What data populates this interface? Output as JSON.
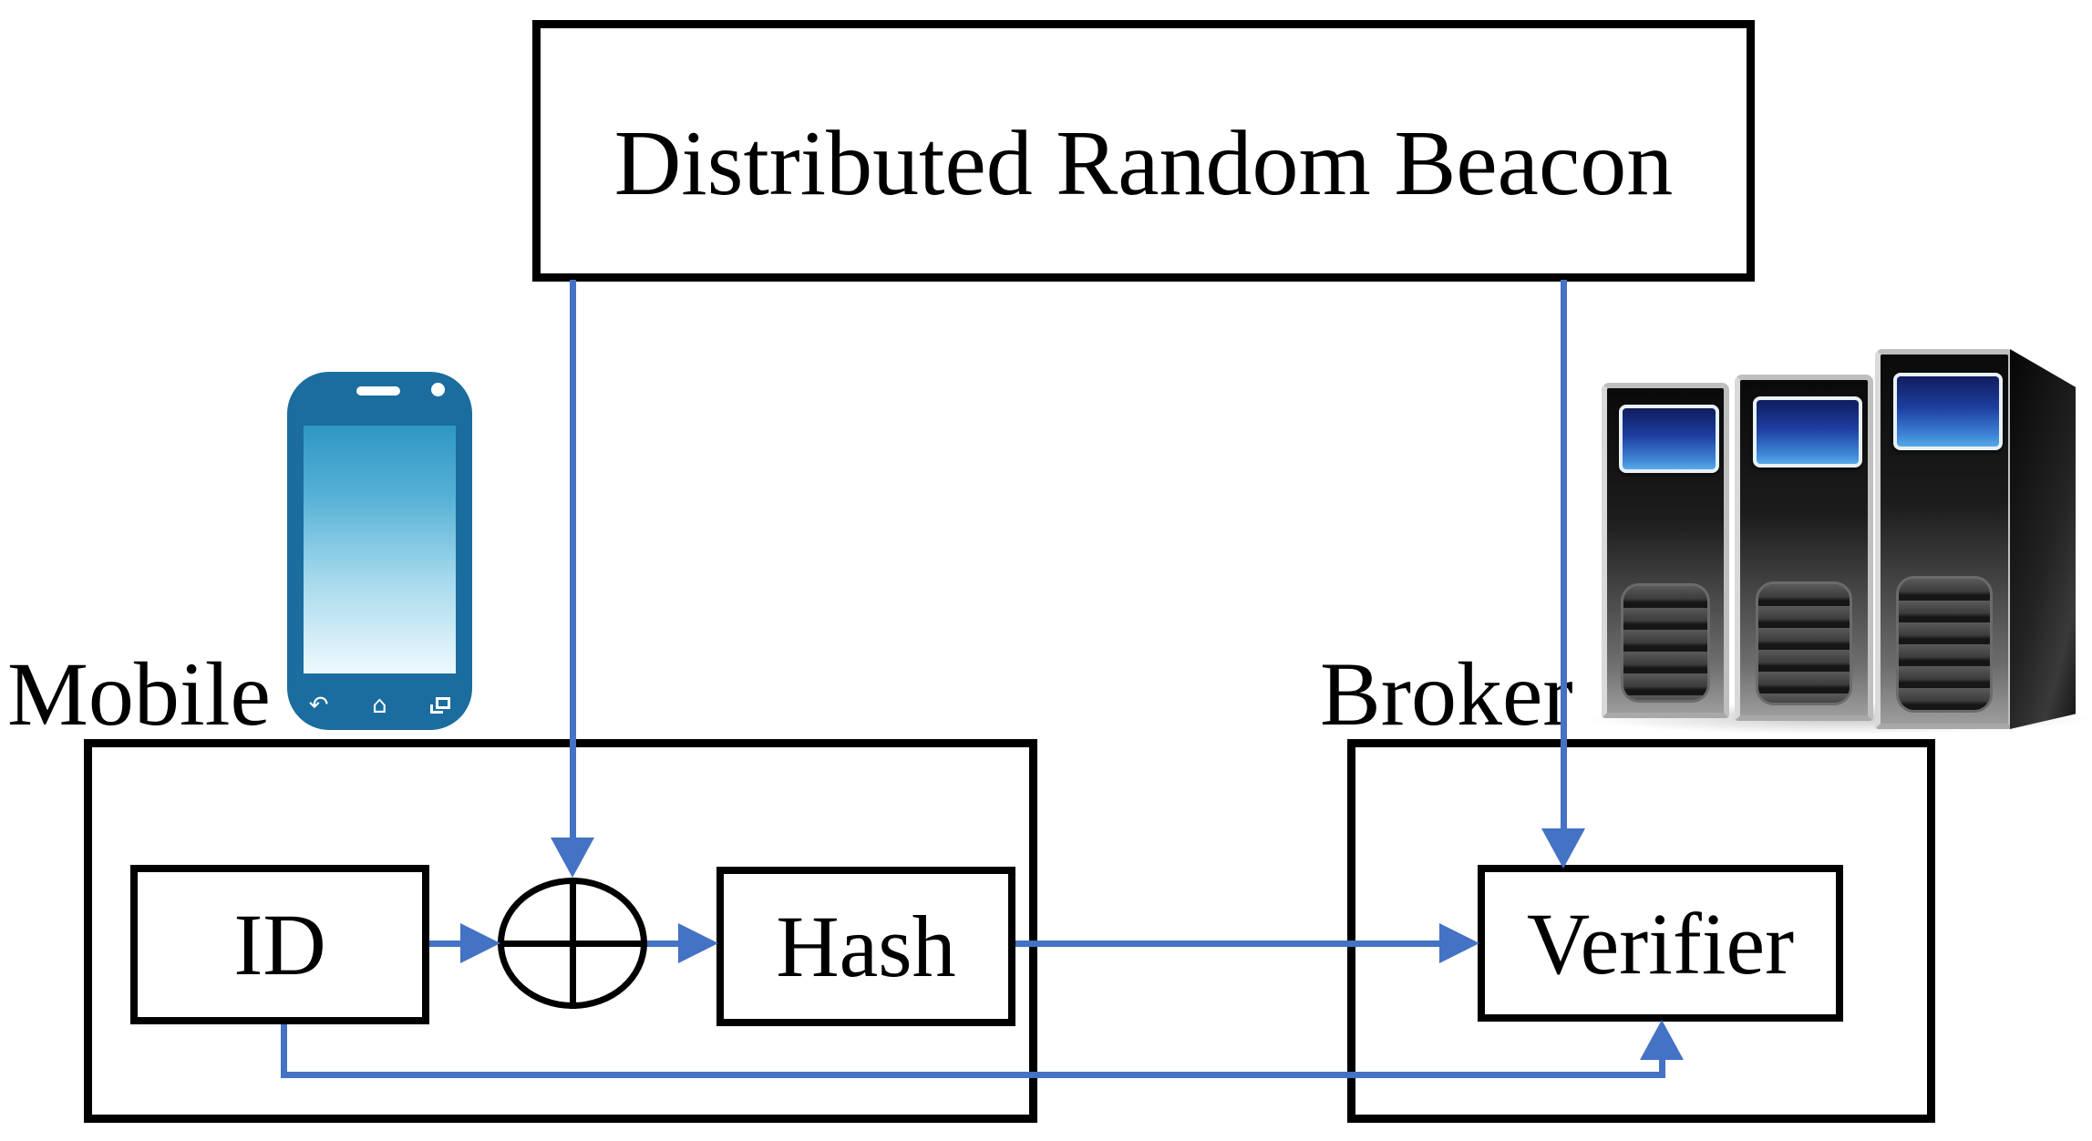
{
  "nodes": {
    "beacon": {
      "label": "Distributed Random Beacon"
    },
    "mobile": {
      "label": "Mobile",
      "id_label": "ID",
      "hash_label": "Hash",
      "xor_symbol": "xor-plus-in-circle"
    },
    "broker": {
      "label": "Broker",
      "verifier_label": "Verifier"
    }
  },
  "edges": [
    {
      "from": "Distributed Random Beacon",
      "to": "XOR",
      "style": "blue-arrow-down"
    },
    {
      "from": "Distributed Random Beacon",
      "to": "Verifier",
      "style": "blue-arrow-down"
    },
    {
      "from": "ID",
      "to": "XOR",
      "style": "blue-arrow-right"
    },
    {
      "from": "XOR",
      "to": "Hash",
      "style": "blue-arrow-right"
    },
    {
      "from": "Hash",
      "to": "Verifier",
      "style": "blue-arrow-right"
    },
    {
      "from": "ID",
      "to": "Verifier",
      "style": "blue-arrow-up-via-bottom"
    }
  ],
  "colors": {
    "connector_blue": "#4472C4",
    "border_black": "#000000",
    "phone_blue": "#1A6D9E",
    "server_screen_blue": "#1E3FA0"
  }
}
